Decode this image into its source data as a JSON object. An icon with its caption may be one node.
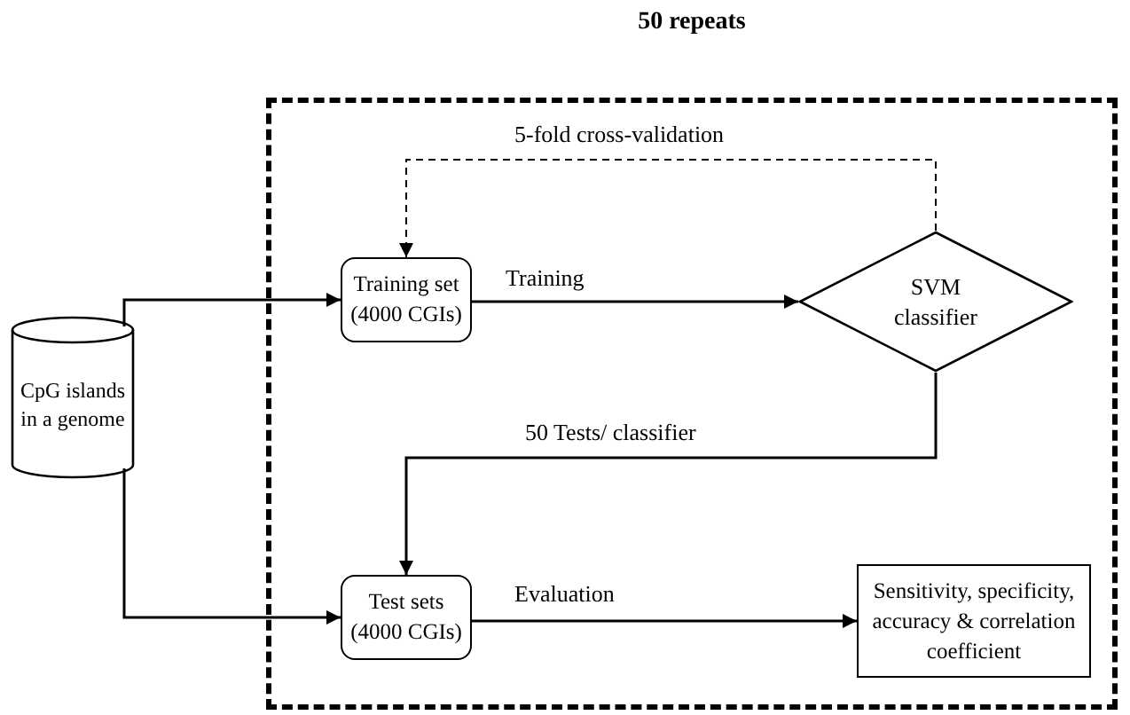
{
  "diagram": {
    "nodes": [
      {
        "text": [
          "50 repeats"
        ]
      },
      {
        "text": [
          "CpG islands in a genome"
        ]
      },
      {
        "text": [
          "Training set (4000 CGIs)"
        ],
        "in": 0
      },
      {
        "text": [
          "SVM classifier"
        ],
        "in": 0
      },
      {
        "text": [
          "Test sets (4000 CGIs)"
        ],
        "in": 0
      },
      {
        "text": [
          "Sensitivity, specificity, accuracy & correlation coefficient"
        ],
        "in": 0
      }
    ],
    "edges": [
      {
        "from": 1,
        "to": 2,
        "arrow": "to"
      },
      {
        "from": 2,
        "to": 3,
        "arrow": "to",
        "label": "Training"
      },
      {
        "from": 3,
        "to": 2,
        "arrow": "to",
        "label": "5-fold cross-validation",
        "style": "dashed"
      },
      {
        "from": 3,
        "to": 4,
        "arrow": "to",
        "label": "50 Tests/ classifier"
      },
      {
        "from": 1,
        "to": 4,
        "arrow": "to"
      },
      {
        "from": 4,
        "to": 5,
        "arrow": "to",
        "label": "Evaluation"
      }
    ]
  }
}
